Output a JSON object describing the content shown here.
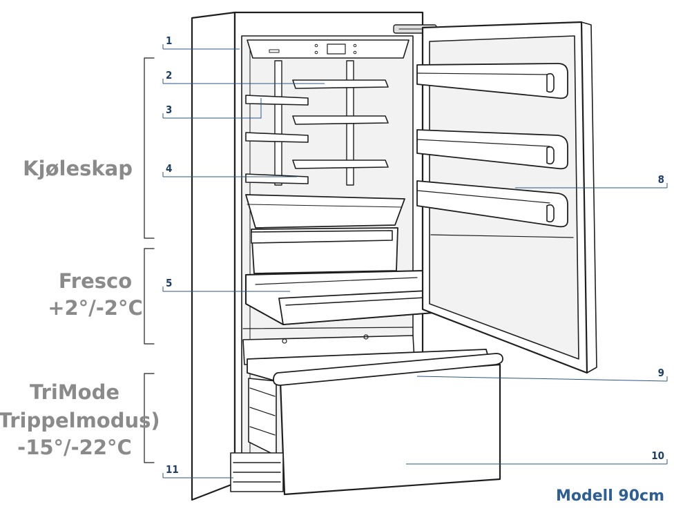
{
  "zones": [
    {
      "lines": [
        "Kjøleskap"
      ]
    },
    {
      "lines": [
        "Fresco",
        "+2°/-2°C"
      ]
    },
    {
      "lines": [
        "TriMode",
        "(Trippelmodus)",
        "-15°/-22°C"
      ]
    }
  ],
  "callouts": [
    "1",
    "2",
    "3",
    "4",
    "5",
    "8",
    "9",
    "10",
    "11"
  ],
  "model": "Modell 90cm",
  "colors": {
    "zone_text": "#8a8a8a",
    "callout_text": "#1e3f66",
    "model_text": "#2d5f96",
    "line_art": "#1e1e1e"
  }
}
